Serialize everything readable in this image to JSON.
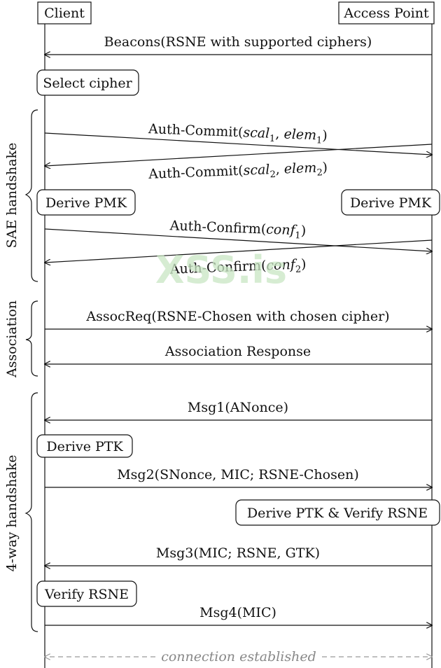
{
  "participants": {
    "client": "Client",
    "access_point": "Access Point"
  },
  "beacons": "Beacons(RSNE with supported ciphers)",
  "select_cipher": "Select cipher",
  "phases": {
    "sae": "SAE handshake",
    "association": "Association",
    "four_way": "4-way handshake"
  },
  "auth_commit": {
    "prefix": "Auth-Commit(",
    "scal": "scal",
    "elem": "elem",
    "sep": ", ",
    "suffix": ")",
    "client_index": "1",
    "ap_index": "2"
  },
  "derive_pmk": "Derive PMK",
  "auth_confirm": {
    "prefix": "Auth-Confirm(",
    "conf": "conf",
    "suffix": ")",
    "client_index": "1",
    "ap_index": "2"
  },
  "assoc_req": "AssocReq(RSNE-Chosen with chosen cipher)",
  "assoc_resp": "Association Response",
  "msg1": "Msg1(ANonce)",
  "derive_ptk": "Derive PTK",
  "msg2": "Msg2(SNonce, MIC; RSNE-Chosen)",
  "derive_ptk_verify": "Derive PTK & Verify RSNE",
  "msg3": "Msg3(MIC; RSNE, GTK)",
  "verify_rsne": "Verify RSNE",
  "msg4": "Msg4(MIC)",
  "connection": "connection established",
  "watermark": "XSS.is"
}
